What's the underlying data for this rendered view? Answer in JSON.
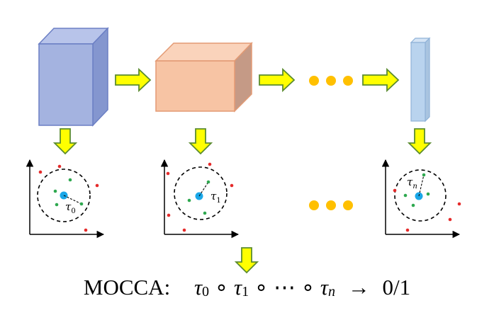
{
  "colors": {
    "block1": "#a4b3e0",
    "block2": "#f7c4a4",
    "block3": "#b9d3ee",
    "arrow_fill": "#ffff00",
    "arrow_stroke": "#5b8c2f",
    "dot_orange": "#ffc000",
    "center_dot": "#1aa7e8",
    "inlier_dot": "#2ea84f",
    "outlier_dot": "#e52b2b"
  },
  "plots": [
    {
      "tau_base": "τ",
      "tau_sub": "0"
    },
    {
      "tau_base": "τ",
      "tau_sub": "1"
    },
    {
      "tau_base": "τ",
      "tau_sub": "n"
    }
  ],
  "formula": {
    "label": "MOCCA:",
    "t0": "τ",
    "s0": "0",
    "op1": "∘",
    "t1": "τ",
    "s1": "1",
    "op2": "∘",
    "dots": "⋯",
    "op3": "∘",
    "tn": "τ",
    "sn": "n",
    "arrow": "→",
    "result": "0/1"
  }
}
